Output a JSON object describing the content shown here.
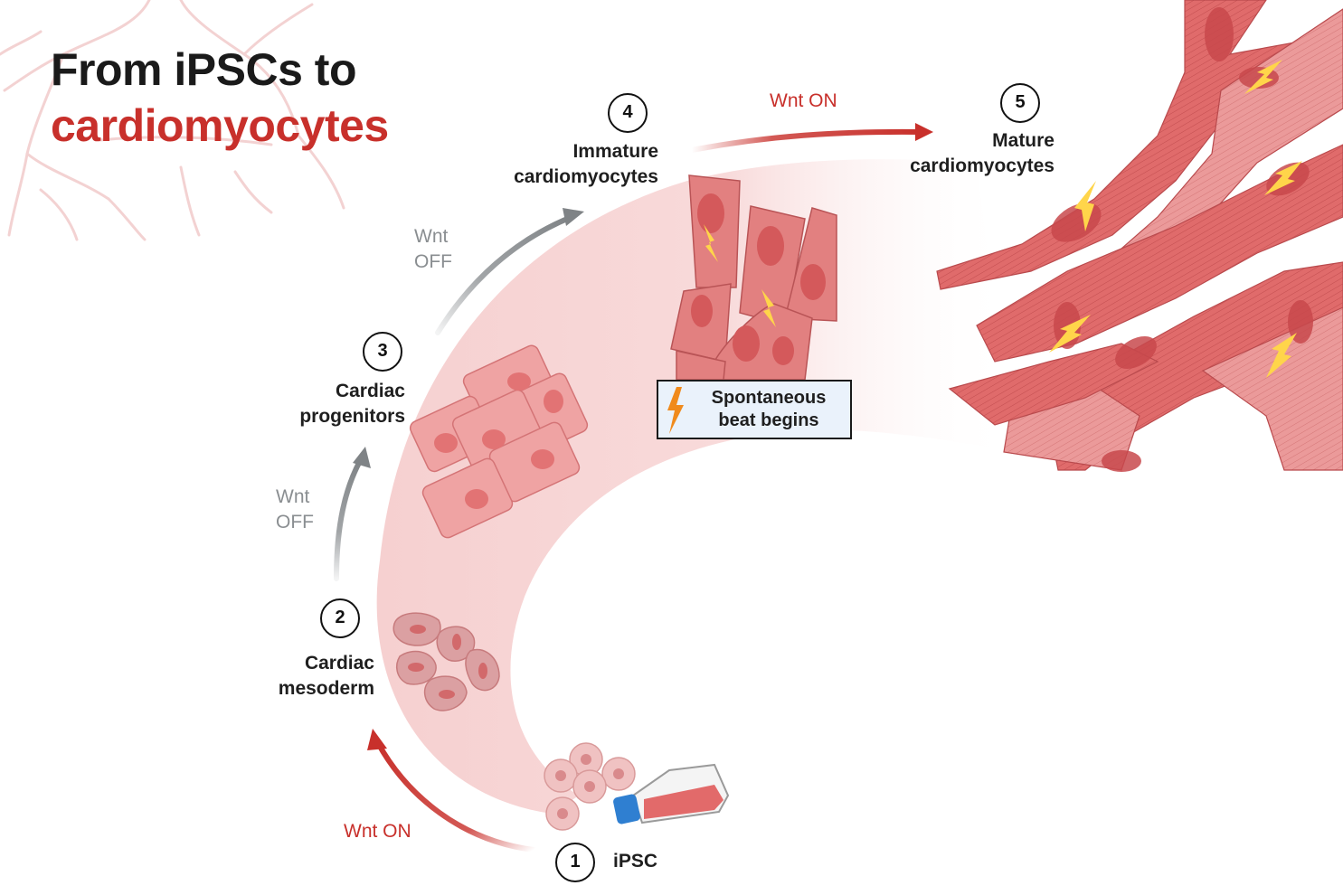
{
  "title": {
    "line1": "From iPSCs to",
    "line2": "cardiomyocytes"
  },
  "colors": {
    "accent_red": "#c8302b",
    "off_gray": "#8a8e91",
    "band_pink": "#f6d4d4",
    "cell_fill": "#e88a8a",
    "nucleus": "#d4595b",
    "callout_bg": "#eaf2fb",
    "bolt_yellow": "#ffd54a",
    "bolt_orange": "#f08a1c",
    "flask_cap": "#2f7fd1"
  },
  "steps": [
    {
      "number": "1",
      "label": "iPSC"
    },
    {
      "number": "2",
      "label": "Cardiac mesoderm",
      "label_lines": [
        "Cardiac",
        "mesoderm"
      ]
    },
    {
      "number": "3",
      "label": "Cardiac progenitors",
      "label_lines": [
        "Cardiac",
        "progenitors"
      ]
    },
    {
      "number": "4",
      "label": "Immature cardiomyocytes",
      "label_lines": [
        "Immature",
        "cardiomyocytes"
      ]
    },
    {
      "number": "5",
      "label": "Mature cardiomyocytes",
      "label_lines": [
        "Mature",
        "cardiomyocytes"
      ]
    }
  ],
  "transitions": [
    {
      "from": "1",
      "to": "2",
      "signal": "Wnt ON",
      "state": "on"
    },
    {
      "from": "2",
      "to": "3",
      "signal": "Wnt OFF",
      "lines": [
        "Wnt",
        "OFF"
      ],
      "state": "off"
    },
    {
      "from": "3",
      "to": "4",
      "signal": "Wnt OFF",
      "lines": [
        "Wnt",
        "OFF"
      ],
      "state": "off"
    },
    {
      "from": "4",
      "to": "5",
      "signal": "Wnt ON",
      "state": "on"
    }
  ],
  "callout": {
    "text": "Spontaneous beat begins",
    "lines": [
      "Spontaneous",
      "beat begins"
    ],
    "icon": "lightning-bolt-icon"
  }
}
